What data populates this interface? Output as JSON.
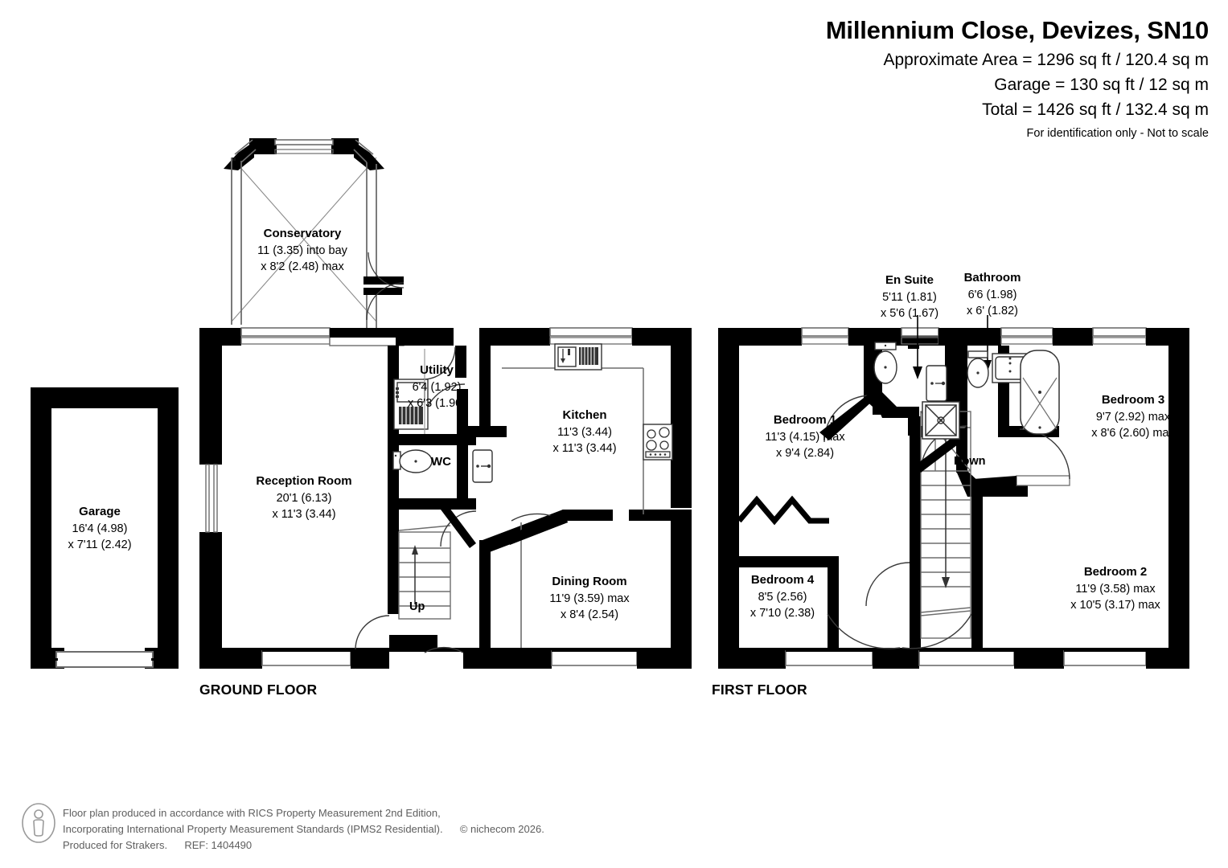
{
  "header": {
    "title": "Millennium Close, Devizes, SN10",
    "approx_area": "Approximate Area = 1296 sq ft / 120.4 sq m",
    "garage_area": "Garage = 130 sq ft / 12 sq m",
    "total_area": "Total = 1426 sq ft / 132.4 sq m",
    "disclaimer": "For identification only - Not to scale"
  },
  "floors": {
    "ground_label": "GROUND FLOOR",
    "first_label": "FIRST FLOOR"
  },
  "ground_floor": {
    "garage": {
      "name": "Garage",
      "dim1": "16'4 (4.98)",
      "dim2": "x 7'11 (2.42)"
    },
    "conservatory": {
      "name": "Conservatory",
      "dim1": "11 (3.35) into bay",
      "dim2": "x 8'2 (2.48) max"
    },
    "reception_room": {
      "name": "Reception Room",
      "dim1": "20'1 (6.13)",
      "dim2": "x 11'3 (3.44)"
    },
    "utility": {
      "name": "Utility",
      "dim1": "6'4 (1.92)",
      "dim2": "x 6'3 (1.90)"
    },
    "wc": {
      "name": "WC"
    },
    "kitchen": {
      "name": "Kitchen",
      "dim1": "11'3 (3.44)",
      "dim2": "x 11'3 (3.44)"
    },
    "dining_room": {
      "name": "Dining Room",
      "dim1": "11'9 (3.59) max",
      "dim2": "x 8'4 (2.54)"
    },
    "stairs_direction": "Up"
  },
  "first_floor": {
    "en_suite": {
      "name": "En Suite",
      "dim1": "5'11 (1.81)",
      "dim2": "x 5'6 (1.67)"
    },
    "bathroom": {
      "name": "Bathroom",
      "dim1": "6'6 (1.98)",
      "dim2": "x 6' (1.82)"
    },
    "bedroom_1": {
      "name": "Bedroom 1",
      "dim1": "11'3 (4.15) max",
      "dim2": "x 9'4 (2.84)"
    },
    "bedroom_2": {
      "name": "Bedroom 2",
      "dim1": "11'9 (3.58) max",
      "dim2": "x 10'5 (3.17) max"
    },
    "bedroom_3": {
      "name": "Bedroom 3",
      "dim1": "9'7 (2.92) max",
      "dim2": "x 8'6 (2.60)  max"
    },
    "bedroom_4": {
      "name": "Bedroom 4",
      "dim1": "8'5 (2.56)",
      "dim2": "x 7'10 (2.38)"
    },
    "stairs_direction": "Down"
  },
  "footer": {
    "line1": "Floor plan produced in accordance with RICS Property Measurement 2nd Edition,",
    "line2a": "Incorporating International Property Measurement Standards (IPMS2 Residential).",
    "line2b": "© nichecom 2026.",
    "line3a": "Produced for Strakers.",
    "line3b": "REF: 1404490"
  },
  "colors": {
    "wall": "#000000",
    "fixture_stroke": "#1a1a1a",
    "text": "#000000",
    "footer_text": "#5e5e5e"
  }
}
